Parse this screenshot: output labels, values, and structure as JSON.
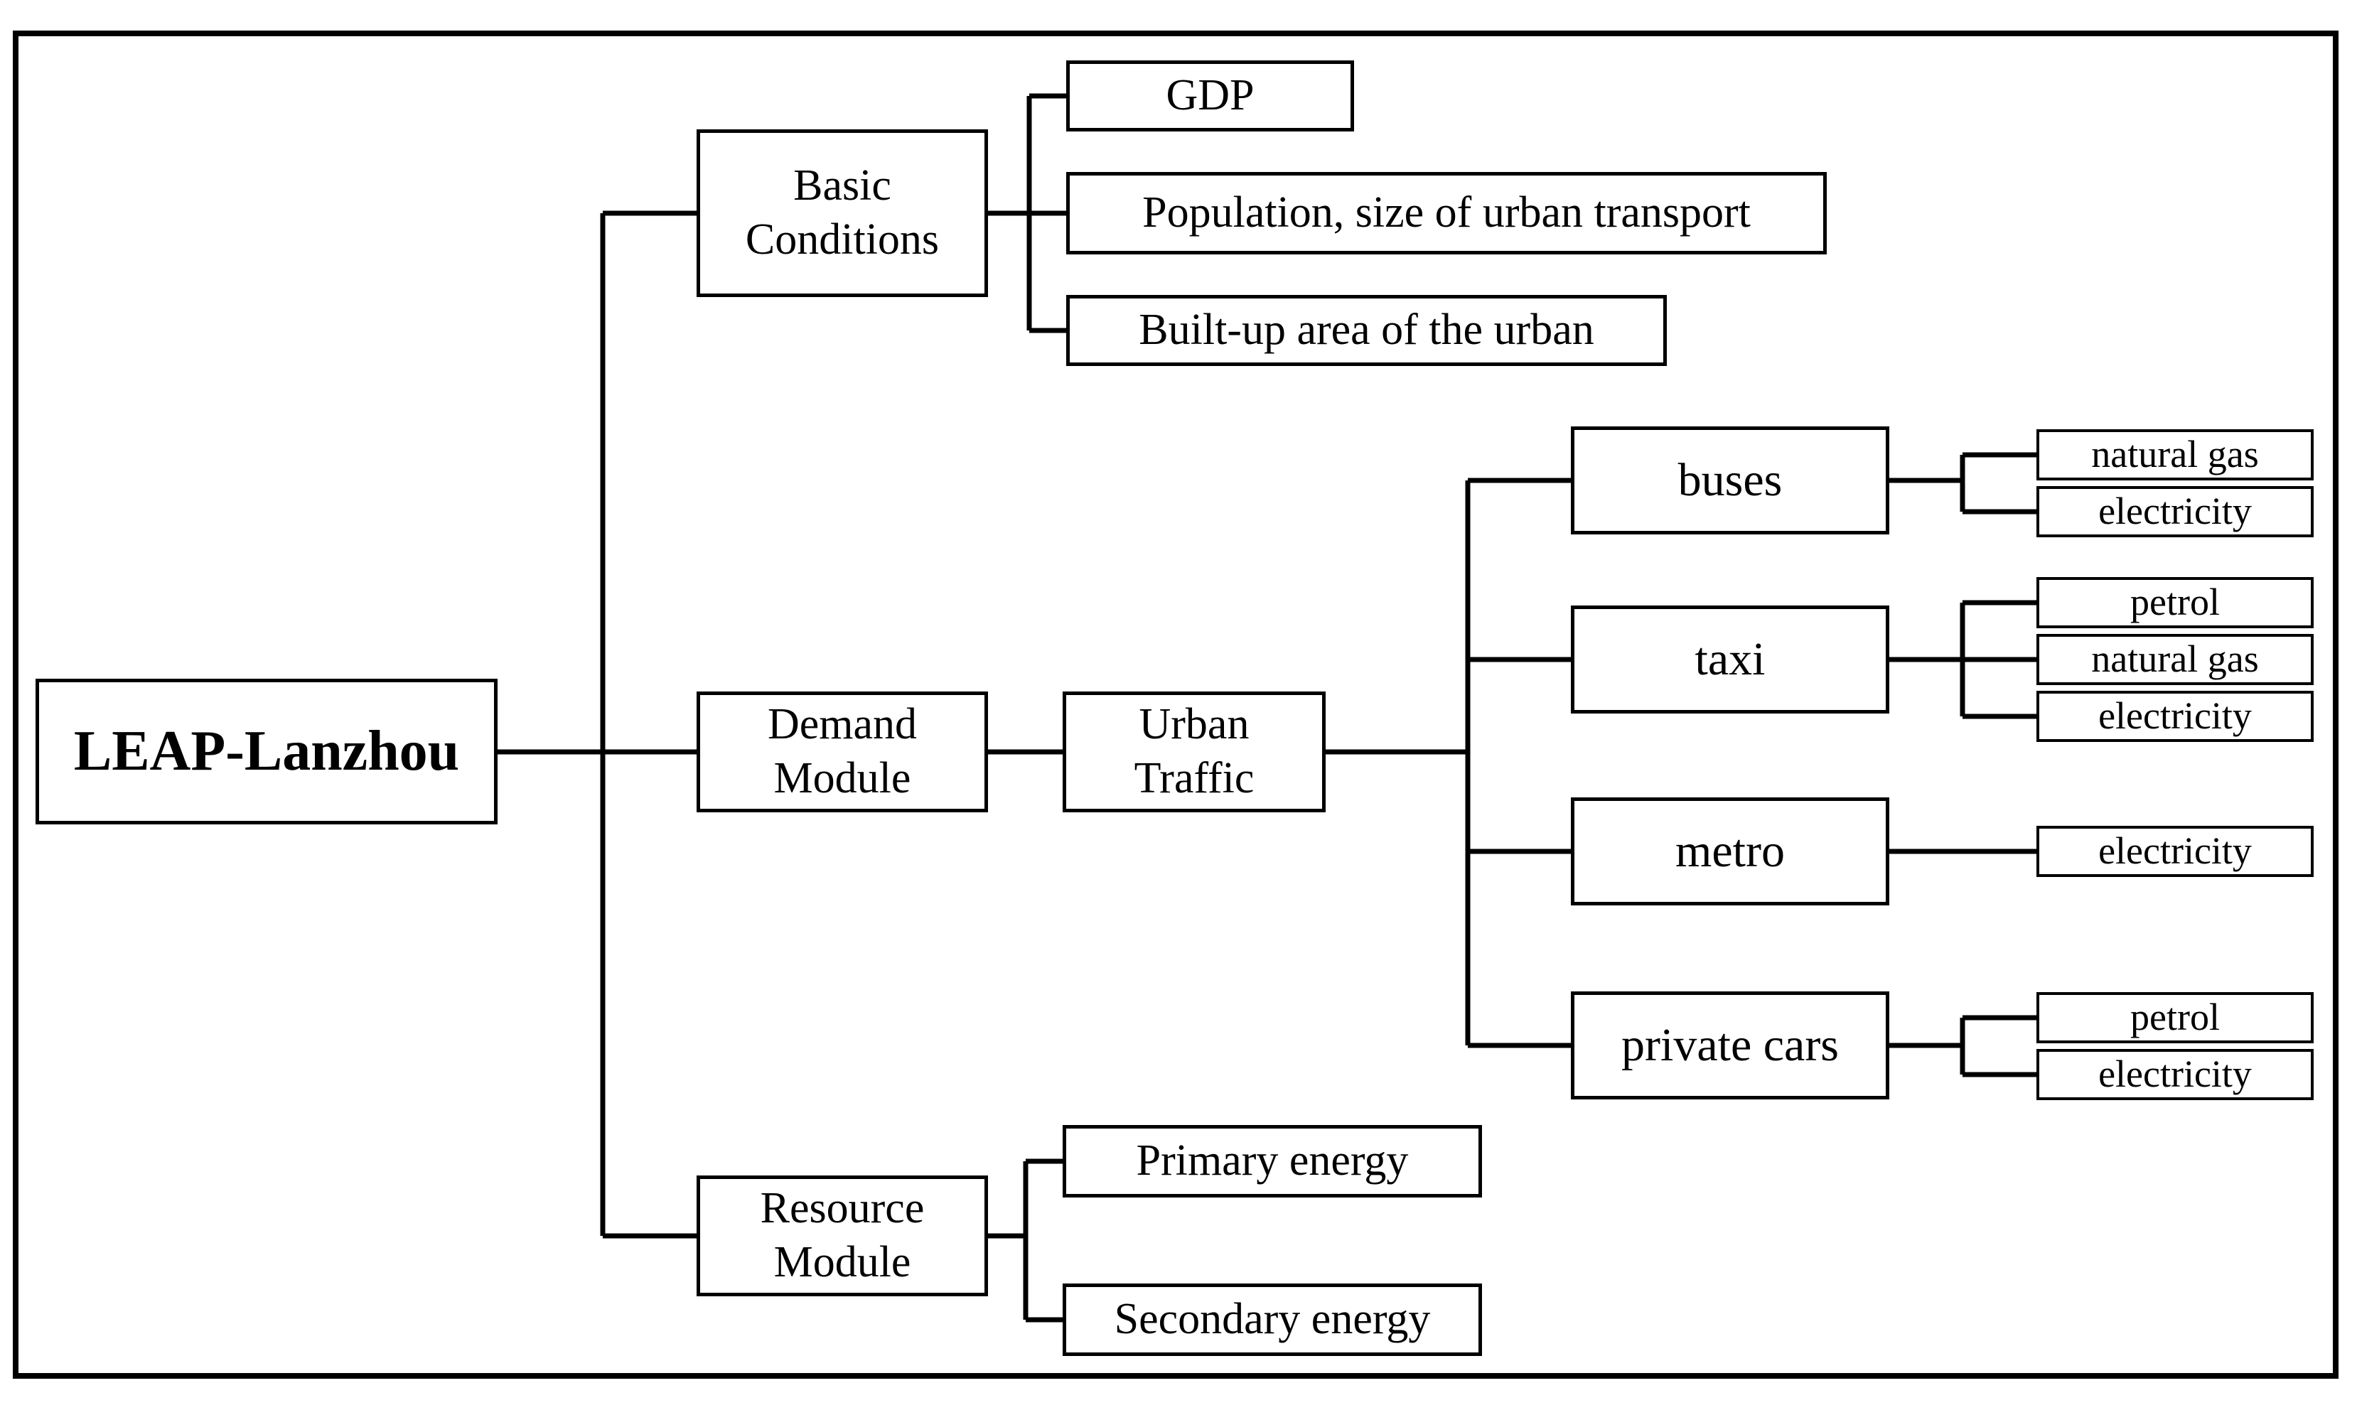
{
  "diagram": {
    "colors": {
      "line": "#000000",
      "background": "#ffffff",
      "text": "#000000"
    },
    "root": {
      "label": "LEAP-Lanzhou"
    },
    "basic_conditions": {
      "label": "Basic\nConditions",
      "children": [
        "GDP",
        "Population, size of urban transport",
        "Built-up area of the urban"
      ]
    },
    "demand_module": {
      "label": "Demand\nModule",
      "urban_traffic": {
        "label": "Urban\nTraffic",
        "modes": [
          {
            "label": "buses",
            "fuels": [
              "natural gas",
              "electricity"
            ]
          },
          {
            "label": "taxi",
            "fuels": [
              "petrol",
              "natural gas",
              "electricity"
            ]
          },
          {
            "label": "metro",
            "fuels": [
              "electricity"
            ]
          },
          {
            "label": "private cars",
            "fuels": [
              "petrol",
              "electricity"
            ]
          }
        ]
      }
    },
    "resource_module": {
      "label": "Resource\nModule",
      "children": [
        "Primary energy",
        "Secondary energy"
      ]
    }
  }
}
